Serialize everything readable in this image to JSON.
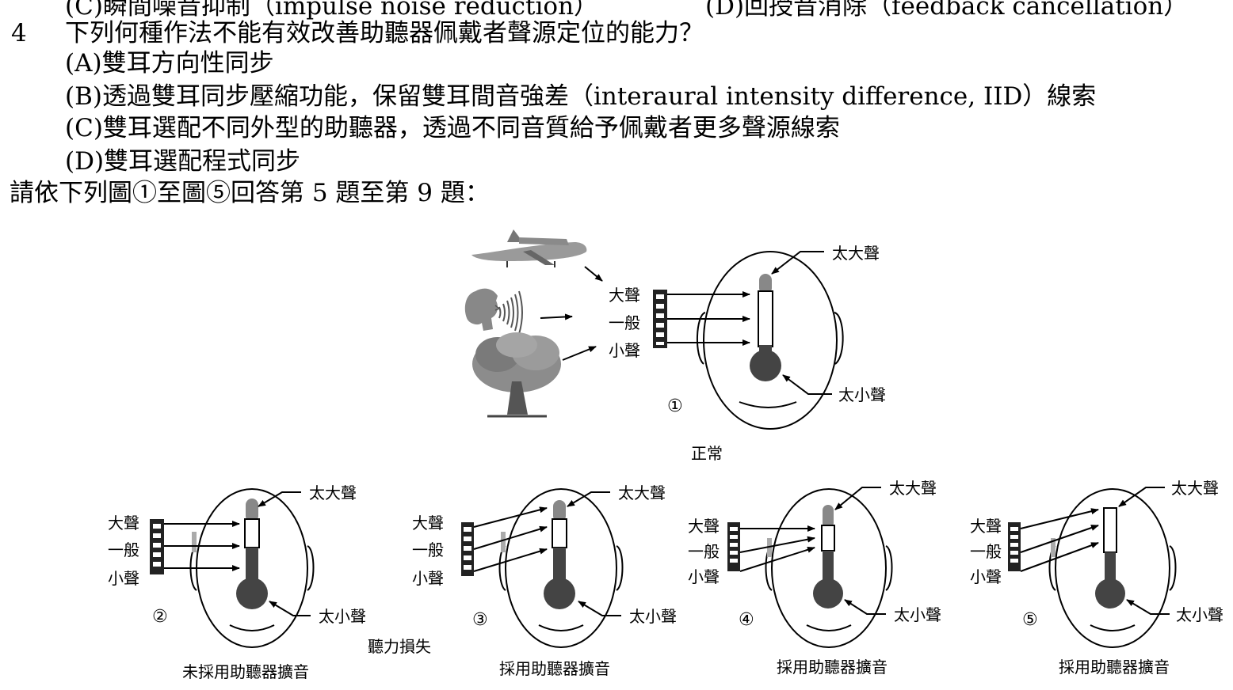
{
  "top_clip": {
    "left": "(C)瞬間噪音抑制（impulse noise reduction）",
    "right": "(D)回授音消除（feedback cancellation）"
  },
  "question": {
    "number": "4",
    "text": "下列何種作法不能有效改善助聽器佩戴者聲源定位的能力？",
    "options": [
      "(A)雙耳方向性同步",
      "(B)透過雙耳同步壓縮功能，保留雙耳間音強差（interaural intensity difference, IID）線索",
      "(C)雙耳選配不同外型的助聽器，透過不同音質給予佩戴者更多聲源線索",
      "(D)雙耳選配程式同步"
    ]
  },
  "instruction": "請依下列圖①至圖⑤回答第 5 題至第 9 題：",
  "figure": {
    "label_loud": "大聲",
    "label_normal": "一般",
    "label_soft": "小聲",
    "label_too_loud": "太大聲",
    "label_too_soft": "太小聲",
    "fig1_number": "①",
    "fig1_caption": "正常",
    "fig2_number": "②",
    "fig2_caption": "未採用助聽器擴音",
    "fig3_number": "③",
    "fig3_caption": "採用助聽器擴音",
    "fig4_number": "④",
    "fig4_caption": "採用助聽器擴音",
    "fig5_number": "⑤",
    "fig5_caption": "採用助聽器擴音",
    "hearing_loss_label": "聽力損失"
  }
}
